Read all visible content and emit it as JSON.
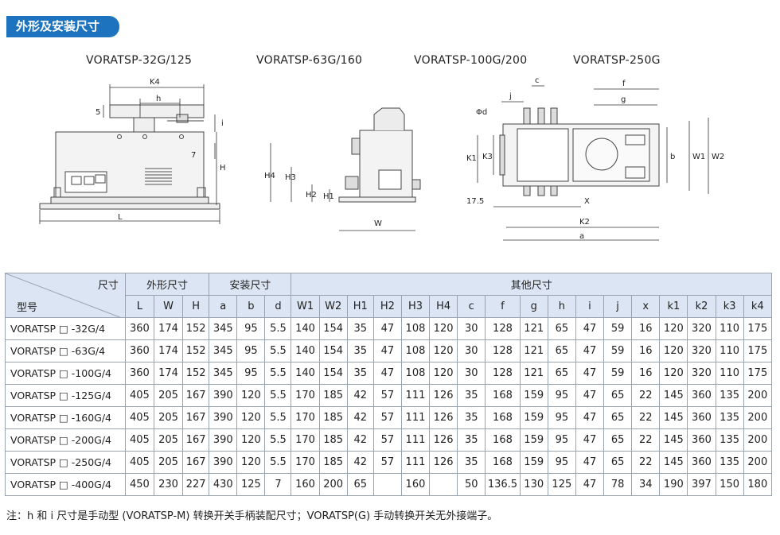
{
  "section_title": "外形及安装尺寸",
  "models": [
    "VORATSP-32G/125",
    "VORATSP-63G/160",
    "VORATSP-100G/200",
    "VORATSP-250G"
  ],
  "drawing_labels": {
    "front": [
      "K4",
      "h",
      "5",
      "i",
      "7",
      "H",
      "L"
    ],
    "side": [
      "H4",
      "H3",
      "H2",
      "H1",
      "W"
    ],
    "top": [
      "c",
      "f",
      "j",
      "g",
      "Φd",
      "K1",
      "K3",
      "b",
      "W1",
      "W2",
      "17.5",
      "X",
      "K2",
      "a"
    ]
  },
  "table": {
    "corner_top": "尺寸",
    "corner_bottom": "型号",
    "groups": [
      "外形尺寸",
      "安装尺寸",
      "其他尺寸"
    ],
    "columns": [
      "L",
      "W",
      "H",
      "a",
      "b",
      "d",
      "W1",
      "W2",
      "H1",
      "H2",
      "H3",
      "H4",
      "c",
      "f",
      "g",
      "h",
      "i",
      "j",
      "x",
      "k1",
      "k2",
      "k3",
      "k4"
    ],
    "rows": [
      {
        "model": "VORATSP □ -32G/4",
        "values": [
          "360",
          "174",
          "152",
          "345",
          "95",
          "5.5",
          "140",
          "154",
          "35",
          "47",
          "108",
          "120",
          "30",
          "128",
          "121",
          "65",
          "47",
          "59",
          "16",
          "120",
          "320",
          "110",
          "175"
        ]
      },
      {
        "model": "VORATSP □ -63G/4",
        "values": [
          "360",
          "174",
          "152",
          "345",
          "95",
          "5.5",
          "140",
          "154",
          "35",
          "47",
          "108",
          "120",
          "30",
          "128",
          "121",
          "65",
          "47",
          "59",
          "16",
          "120",
          "320",
          "110",
          "175"
        ]
      },
      {
        "model": "VORATSP □ -100G/4",
        "values": [
          "360",
          "174",
          "152",
          "345",
          "95",
          "5.5",
          "140",
          "154",
          "35",
          "47",
          "108",
          "120",
          "30",
          "128",
          "121",
          "65",
          "47",
          "59",
          "16",
          "120",
          "320",
          "110",
          "175"
        ]
      },
      {
        "model": "VORATSP □ -125G/4",
        "values": [
          "405",
          "205",
          "167",
          "390",
          "120",
          "5.5",
          "170",
          "185",
          "42",
          "57",
          "111",
          "126",
          "35",
          "168",
          "159",
          "95",
          "47",
          "65",
          "22",
          "145",
          "360",
          "135",
          "200"
        ]
      },
      {
        "model": "VORATSP □ -160G/4",
        "values": [
          "405",
          "205",
          "167",
          "390",
          "120",
          "5.5",
          "170",
          "185",
          "42",
          "57",
          "111",
          "126",
          "35",
          "168",
          "159",
          "95",
          "47",
          "65",
          "22",
          "145",
          "360",
          "135",
          "200"
        ]
      },
      {
        "model": "VORATSP □ -200G/4",
        "values": [
          "405",
          "205",
          "167",
          "390",
          "120",
          "5.5",
          "170",
          "185",
          "42",
          "57",
          "111",
          "126",
          "35",
          "168",
          "159",
          "95",
          "47",
          "65",
          "22",
          "145",
          "360",
          "135",
          "200"
        ]
      },
      {
        "model": "VORATSP □ -250G/4",
        "values": [
          "405",
          "205",
          "167",
          "390",
          "120",
          "5.5",
          "170",
          "185",
          "42",
          "57",
          "111",
          "126",
          "35",
          "168",
          "159",
          "95",
          "47",
          "65",
          "22",
          "145",
          "360",
          "135",
          "200"
        ]
      },
      {
        "model": "VORATSP □ -400G/4",
        "values": [
          "450",
          "230",
          "227",
          "430",
          "125",
          "7",
          "160",
          "200",
          "65",
          "",
          "160",
          "",
          "50",
          "136.5",
          "130",
          "125",
          "47",
          "78",
          "34",
          "190",
          "397",
          "150",
          "180"
        ]
      }
    ]
  },
  "note": "注：h 和 i 尺寸是手动型 (VORATSP-M) 转换开关手柄装配尺寸；VORATSP(G) 手动转换开关无外接端子。"
}
